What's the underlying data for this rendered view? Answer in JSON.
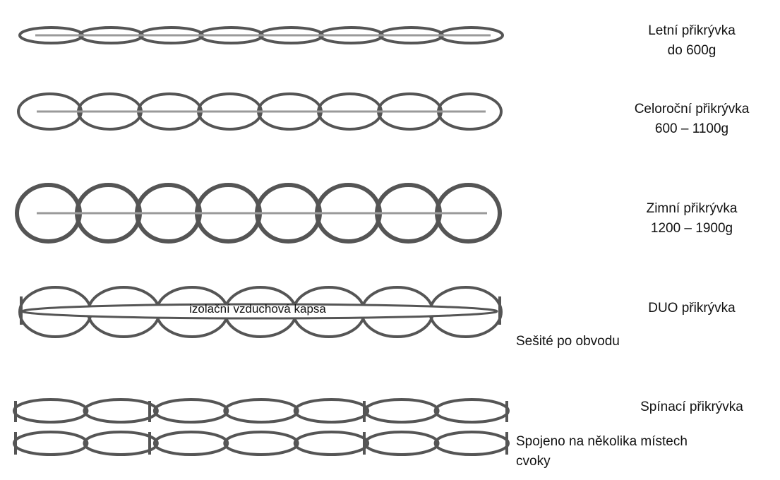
{
  "colors": {
    "stroke": "#555555",
    "rod": "#9a9a9a",
    "text": "#111111"
  },
  "rows": [
    {
      "id": "summer",
      "title": "Letní přikrývka",
      "subtitle": "do 600g",
      "chambers": 8
    },
    {
      "id": "allyear",
      "title": "Celoroční přikrývka",
      "subtitle": "600 – 1100g",
      "chambers": 8
    },
    {
      "id": "winter",
      "title": "Zimní přikrývka",
      "subtitle": "1200 – 1900g",
      "chambers": 8
    },
    {
      "id": "duo",
      "title": "DUO přikrývka",
      "note": "Sešité po obvodu",
      "pocket_label": "izolační vzduchová kapsa",
      "chambers": 7
    },
    {
      "id": "clip",
      "title": "Spínací přikrývka",
      "note_line1": "Spojeno na několika místech",
      "note_line2": "cvoky",
      "chambers": 7
    }
  ]
}
